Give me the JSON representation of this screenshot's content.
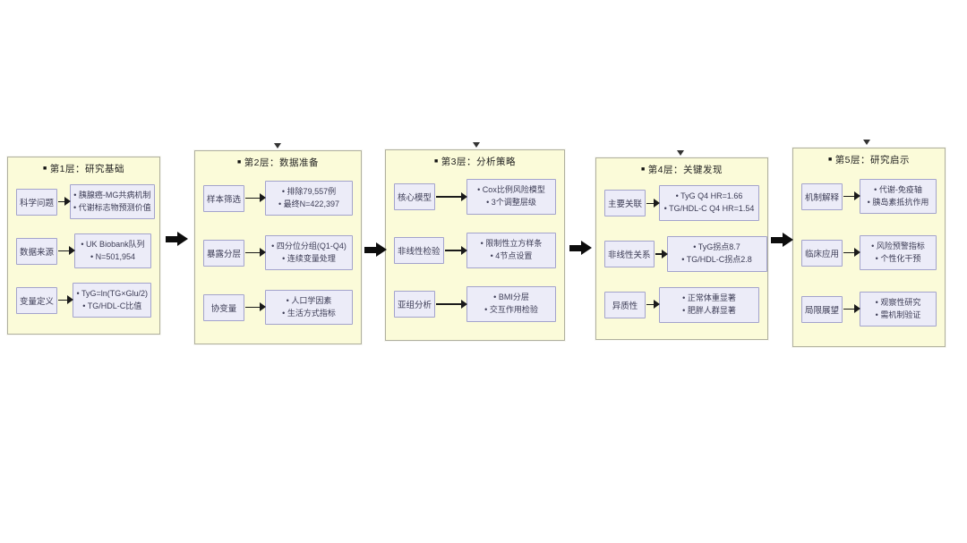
{
  "glyphs": {
    "square": "■"
  },
  "colors": {
    "panel_fill": "#fbfbd9",
    "panel_border": "#b0b09e",
    "node_fill": "#ececf8",
    "node_border": "#a3a3cc",
    "arrow": "#0d0d0d",
    "text": "#3c3c55"
  },
  "diagram": {
    "panels": [
      {
        "title": "第1层：研究基础",
        "rows": [
          {
            "label": "科学问题",
            "bullets": [
              "• 胰腺癌-MG共病机制",
              "• 代谢标志物预测价值"
            ]
          },
          {
            "label": "数据来源",
            "bullets": [
              "• UK Biobank队列",
              "• N=501,954"
            ]
          },
          {
            "label": "变量定义",
            "bullets": [
              "• TyG=ln(TG×Glu/2)",
              "• TG/HDL-C比值"
            ]
          }
        ]
      },
      {
        "title": "第2层：数据准备",
        "rows": [
          {
            "label": "样本筛选",
            "bullets": [
              "• 排除79,557例",
              "• 最终N=422,397"
            ]
          },
          {
            "label": "暴露分层",
            "bullets": [
              "• 四分位分组(Q1-Q4)",
              "• 连续变量处理"
            ]
          },
          {
            "label": "协变量",
            "bullets": [
              "• 人口学因素",
              "• 生活方式指标"
            ]
          }
        ]
      },
      {
        "title": "第3层：分析策略",
        "rows": [
          {
            "label": "核心模型",
            "bullets": [
              "• Cox比例风险模型",
              "• 3个调整层级"
            ]
          },
          {
            "label": "非线性检验",
            "bullets": [
              "• 限制性立方样条",
              "• 4节点设置"
            ]
          },
          {
            "label": "亚组分析",
            "bullets": [
              "• BMI分层",
              "• 交互作用检验"
            ]
          }
        ]
      },
      {
        "title": "第4层：关键发现",
        "rows": [
          {
            "label": "主要关联",
            "bullets": [
              "• TyG Q4 HR=1.66",
              "• TG/HDL-C Q4 HR=1.54"
            ]
          },
          {
            "label": "非线性关系",
            "bullets": [
              "• TyG拐点8.7",
              "• TG/HDL-C拐点2.8"
            ]
          },
          {
            "label": "异质性",
            "bullets": [
              "• 正常体重显著",
              "• 肥胖人群显著"
            ]
          }
        ]
      },
      {
        "title": "第5层：研究启示",
        "rows": [
          {
            "label": "机制解释",
            "bullets": [
              "• 代谢-免疫轴",
              "• 胰岛素抵抗作用"
            ]
          },
          {
            "label": "临床应用",
            "bullets": [
              "• 风险预警指标",
              "• 个性化干预"
            ]
          },
          {
            "label": "局限展望",
            "bullets": [
              "• 观察性研究",
              "• 需机制验证"
            ]
          }
        ]
      }
    ]
  }
}
